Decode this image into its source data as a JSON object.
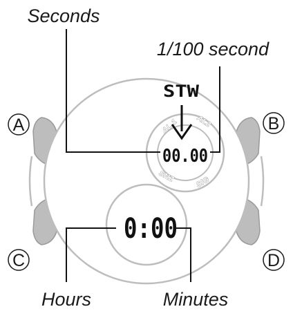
{
  "callouts": {
    "seconds": "Seconds",
    "hundredths": "1/100 second",
    "hours": "Hours",
    "minutes": "Minutes"
  },
  "buttons": {
    "a": "A",
    "b": "B",
    "c": "C",
    "d": "D"
  },
  "mode_label": "STW",
  "upper_display": {
    "value": "00.00",
    "bezel_labels": {
      "al1": "AL 1",
      "al2": "AL2",
      "snz": "SNZ",
      "sig": "SIG"
    }
  },
  "lower_display": {
    "value": "0:00"
  },
  "colors": {
    "outline": "#bdbdbd",
    "button_fill": "#bdbdbd",
    "ink": "#1a1a1a"
  }
}
